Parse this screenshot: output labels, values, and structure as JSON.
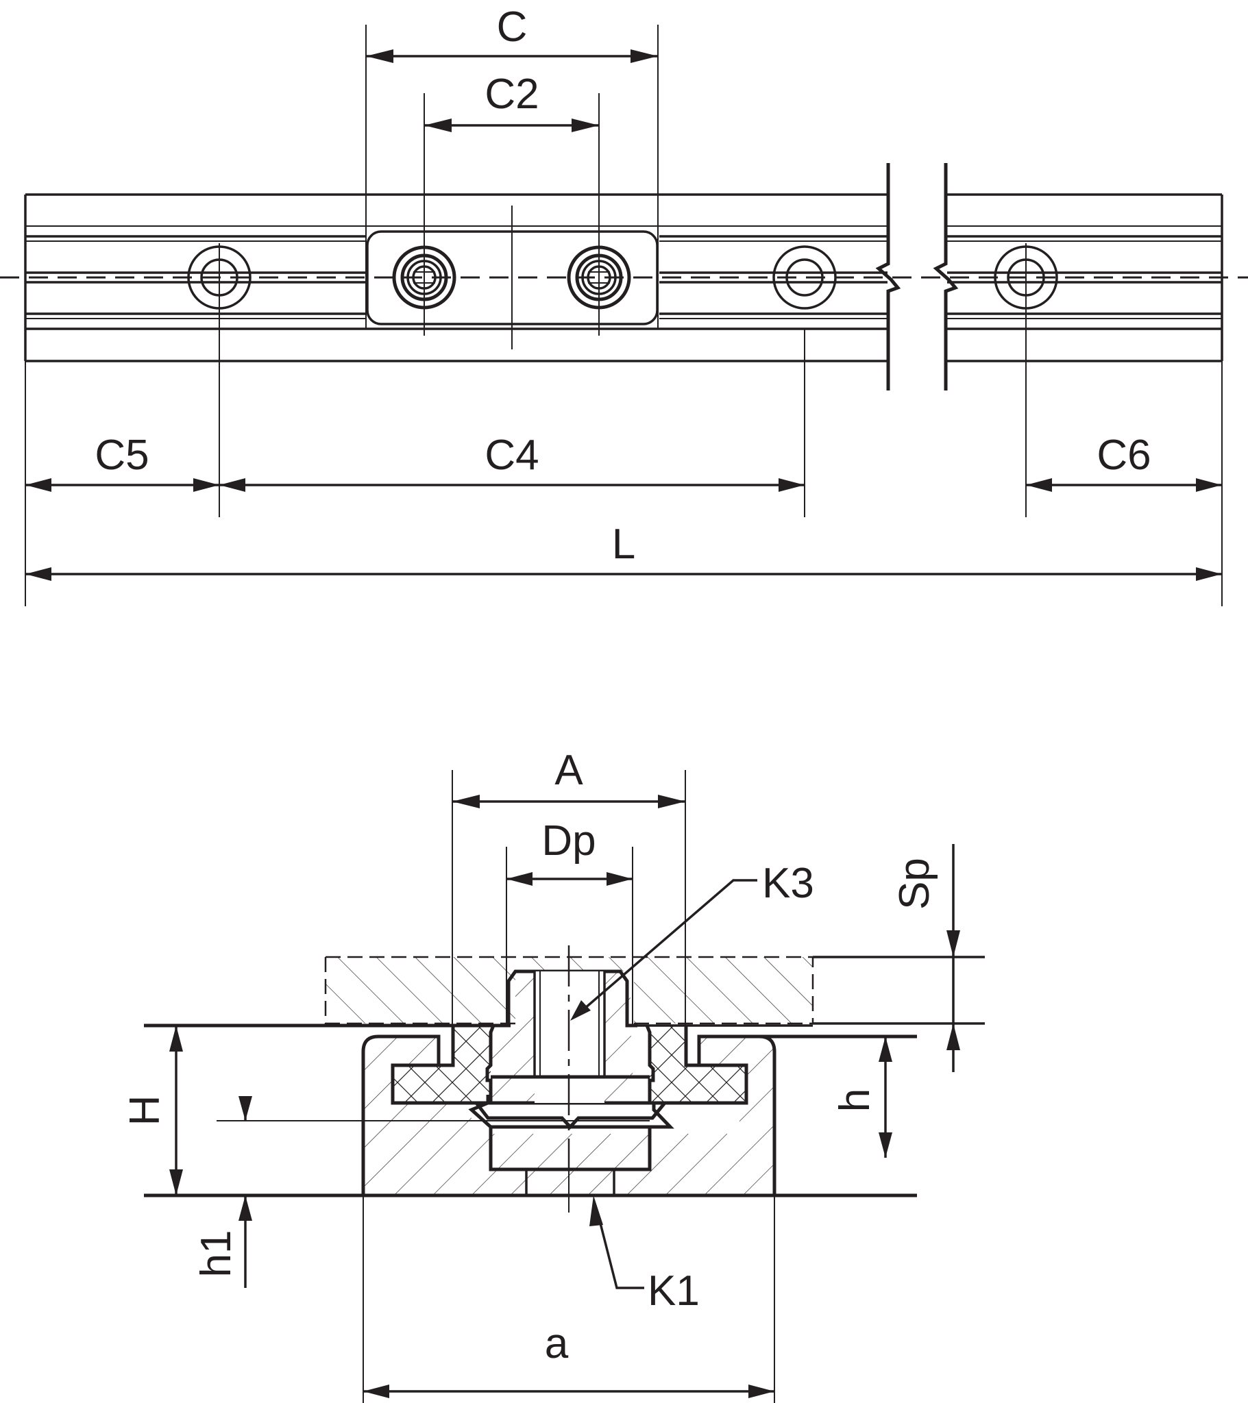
{
  "drawing": {
    "title": "Linear guide rail with carriage — top view and cross-section",
    "line_color": "#231f20",
    "background": "#ffffff"
  },
  "top_view": {
    "labels": {
      "C": "C",
      "C2": "C2",
      "C4": "C4",
      "C5": "C5",
      "C6": "C6",
      "L": "L"
    }
  },
  "section_view": {
    "labels": {
      "A": "A",
      "Dp": "Dp",
      "K3": "K3",
      "Sp": "Sp",
      "H": "H",
      "h": "h",
      "h1": "h1",
      "K1": "K1",
      "a": "a"
    }
  }
}
